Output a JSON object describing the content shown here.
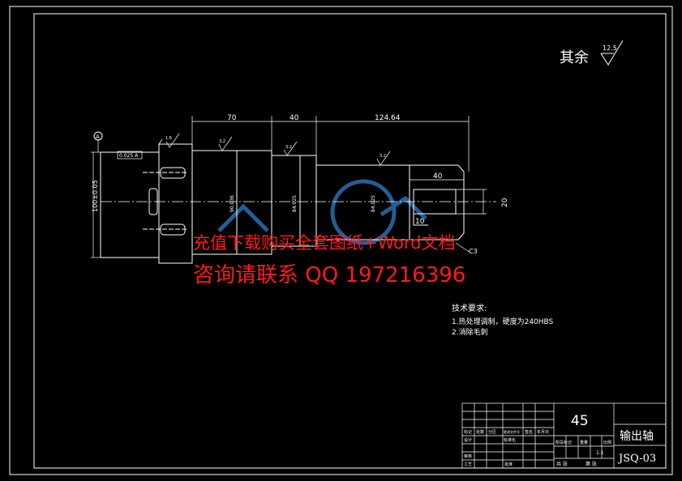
{
  "surface_note": {
    "label": "其余",
    "value": "12.5"
  },
  "dimensions": {
    "length_a": "70",
    "length_b": "40",
    "length_c": "124.64",
    "length_d": "40",
    "shoulder_10": "10",
    "dia_20": "20",
    "chamfer": "C3",
    "roughness_1": "1.6",
    "roughness_2": "3.2",
    "roughness_3": "3.2",
    "roughness_4": "3.2",
    "datum": "A",
    "tolerance_frame": "0.025 A",
    "dia_100": "100±0.05",
    "dia_90": "90.036",
    "dia_84a": "84.025",
    "dia_84b": "84.025"
  },
  "tech_requirements": {
    "title": "技术要求:",
    "line1": "1.热处理调制，硬度为240HBS",
    "line2": "2.消除毛刺"
  },
  "watermark": {
    "line1": "充值下载购买全套图纸+Word文档",
    "line2": "咨询请联系 QQ 197216396"
  },
  "title_block": {
    "material": "45",
    "part_name": "输出轴",
    "drawing_no": "JSQ-03",
    "scale": "1:1",
    "header_cells": [
      "标记",
      "处数",
      "分区",
      "更改文件号",
      "签名",
      "年月日"
    ],
    "side_cells": [
      "设计",
      "标准化",
      "审核",
      "工艺"
    ],
    "stage_label": "阶段标记",
    "weight_label": "重量",
    "scale_label": "比例",
    "sheet_total": "共 张",
    "sheet_current": "第 张",
    "approve": "批准"
  },
  "colors": {
    "line": "#ffffff",
    "watermark": "#ff1a1a",
    "logo": "#2a6fb0"
  }
}
